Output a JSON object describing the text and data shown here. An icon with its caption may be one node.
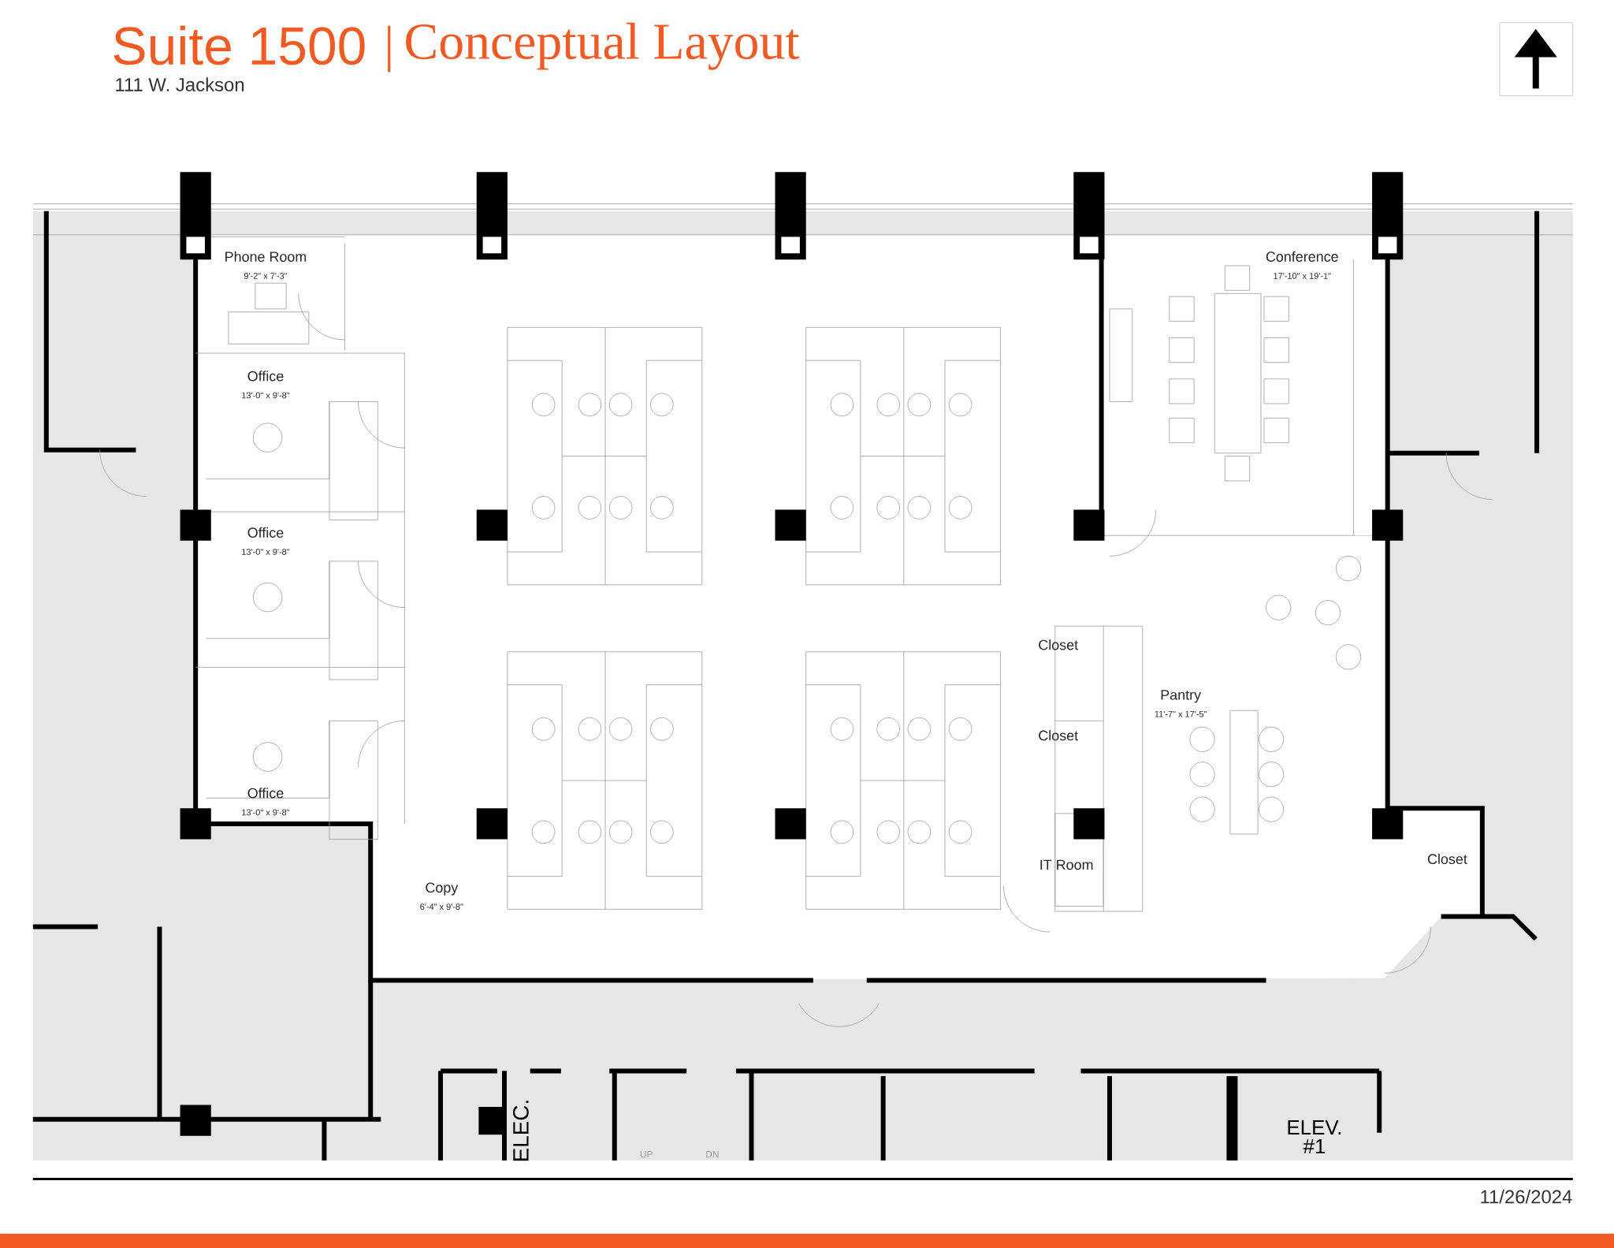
{
  "diagram": {
    "title": "Suite 1500",
    "nodes": [
      {
        "text": [
          "Phone Room",
          "9'-2\" x 7'-3\""
        ]
      },
      {
        "text": [
          "Office",
          "13'-0\" x 9'-8\""
        ]
      },
      {
        "text": [
          "Office",
          "13'-0\" x 9'-8\""
        ]
      },
      {
        "text": [
          "Office",
          "13'-0\" x 9'-8\""
        ]
      },
      {
        "text": [
          "Conference",
          "17'-10\" x 19'-1\""
        ]
      },
      {
        "text": [
          "Closet"
        ]
      },
      {
        "text": [
          "Pantry",
          "11'-7\" x 17'-5\""
        ]
      },
      {
        "text": [
          "Closet"
        ]
      },
      {
        "text": [
          "IT Room"
        ]
      },
      {
        "text": [
          "Closet"
        ]
      },
      {
        "text": [
          "Copy",
          "6'-4\" x 9'-8\""
        ]
      }
    ],
    "edges": [],
    "labels": [
      "Conceptual Layout",
      "111 W. Jackson",
      "ELEC.",
      "UP",
      "DN",
      "ELEV. #1",
      "11/26/2024"
    ]
  }
}
